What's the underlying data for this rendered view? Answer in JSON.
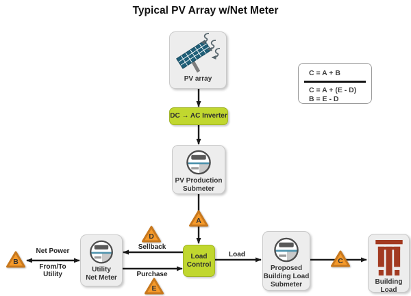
{
  "title": "Typical PV Array w/Net Meter",
  "nodes": {
    "pv_array": {
      "lines": [
        "PV array"
      ]
    },
    "inverter": {
      "label": "DC → AC Inverter"
    },
    "pv_submeter": {
      "lines": [
        "PV Production",
        "Submeter"
      ]
    },
    "utility_meter": {
      "lines": [
        "Utility",
        "Net Meter"
      ]
    },
    "load_control": {
      "lines": [
        "Load",
        "Control"
      ]
    },
    "building_submeter": {
      "lines": [
        "Proposed",
        "Building Load",
        "Submeter"
      ]
    },
    "building_load": {
      "lines": [
        "Building",
        "Load"
      ]
    }
  },
  "markers": {
    "A": "A",
    "B": "B",
    "C": "C",
    "D": "D",
    "E": "E"
  },
  "edge_labels": {
    "sellback": "Sellback",
    "purchase": "Purchase",
    "load": "Load",
    "net_power": "Net Power",
    "from_to": "From/To",
    "utility": "Utility"
  },
  "legend": {
    "line1": "C = A + B",
    "line2": "C = A + (E - D)",
    "line3": "B = E - D"
  },
  "colors": {
    "accent_green": "#c1d72f",
    "marker_orange": "#f59a2b",
    "panel_teal": "#1f5f78",
    "building_red": "#a23a21",
    "line_black": "#1a1a1a"
  }
}
